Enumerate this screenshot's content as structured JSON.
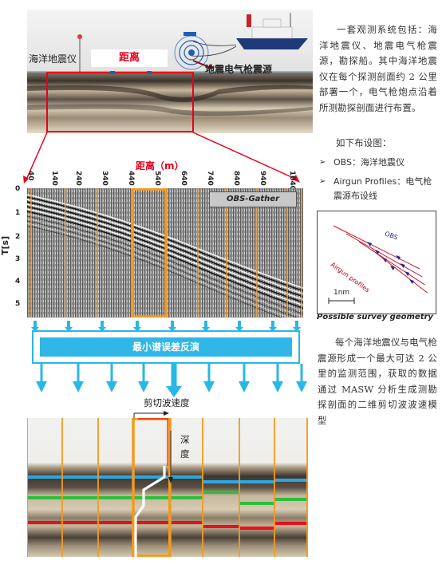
{
  "top_scene": {
    "obs_label": "海洋地震仪",
    "distance_label": "距离",
    "airgun_label": "地震电气枪震源"
  },
  "gather": {
    "distance_title": "距离（m）",
    "x_ticks": [
      "40",
      "140",
      "240",
      "340",
      "440",
      "540",
      "640",
      "740",
      "840",
      "940",
      "1040"
    ],
    "y_label": "T[s]",
    "y_ticks": [
      "0",
      "1",
      "2",
      "3",
      "4",
      "5"
    ],
    "legend": "OBS-Gather"
  },
  "process_box": {
    "label": "最小谱误差反演"
  },
  "shear_label": "剪切波速度",
  "depth_label": "深\n度",
  "right_panel": {
    "para1": "一套观测系统包括：海洋地震仪、地震电气枪震源，勘探船。其中海洋地震仪在每个探测剖面约 2 公里部署一个，电气枪炮点沿着所测勘探剖面进行布置。",
    "layout_intro": "如下布设图：",
    "bullets": [
      {
        "marker": "➢",
        "text": "OBS：海洋地震仪"
      },
      {
        "marker": "➢",
        "text": "Airgun Profiles：电气枪震源布设线"
      }
    ],
    "geometry_obs": "OBS",
    "geometry_airgun": "Airgun profiles",
    "scale": "1nm",
    "geometry_caption": "Possible survey geometry",
    "para2": "每个海洋地震仪与电气枪震源形成一个最大可达 2 公里的监测范围，获取的数据通过 MASW 分析生成测勘探剖面的二维剪切波波速模型"
  },
  "colors": {
    "orange": "#f39a1e",
    "red": "#e8001c",
    "blue_box": "#29b7e8",
    "layer_blue": "#2aa7e6",
    "layer_green": "#2ebd3c",
    "layer_red": "#e8101c"
  }
}
